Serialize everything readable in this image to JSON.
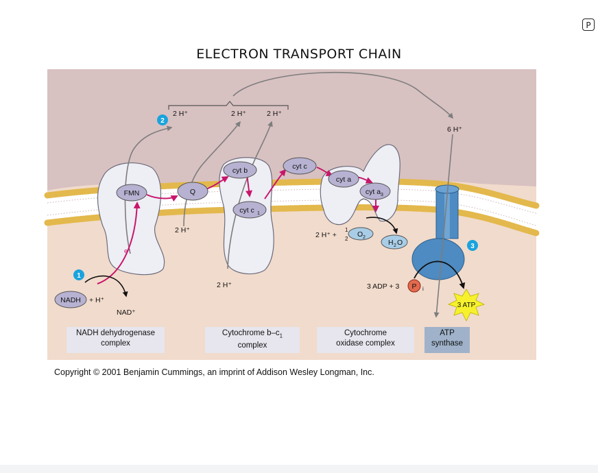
{
  "title": "ELECTRON TRANSPORT CHAIN",
  "corner_button_label": "P",
  "labels": {
    "h_2a": "2 H⁺",
    "h_2b": "2 H⁺",
    "h_2c": "2 H⁺",
    "h_6": "6 H⁺",
    "h_2_q_below": "2 H⁺",
    "h_2_cyt_below": "2 H⁺",
    "fmn": "FMN",
    "q": "Q",
    "cyt_b": "cyt b",
    "cyt_c1": "cyt c",
    "cyt_c1_sub": "1",
    "cyt_c": "cyt c",
    "cyt_a": "cyt a",
    "cyt_a3": "cyt a",
    "cyt_a3_sub": "3",
    "o2_eq_prefix": "2 H⁺ + ",
    "half_num": "1",
    "half_den": "2",
    "o2": "O",
    "o2_sub": "2",
    "h2o": "H",
    "h2o_sub": "2",
    "h2o_end": "O",
    "electron": "e⁻",
    "nadh": "NADH",
    "plus_h": "+ H⁺",
    "nad": "NAD⁺",
    "adp": "3 ADP + 3",
    "pi": "P",
    "pi_sub": "i",
    "atp": "3 ATP",
    "step1": "1",
    "step2": "2",
    "step3": "3"
  },
  "complexes": [
    {
      "line1": "NADH dehydrogenase",
      "line2": "complex"
    },
    {
      "line1": "Cytochrome b–c",
      "line1_sub": "1",
      "line2": "complex"
    },
    {
      "line1": "Cytochrome",
      "line2": "oxidase complex"
    },
    {
      "line1": "ATP",
      "line2": "synthase"
    }
  ],
  "caption": "Copyright © 2001 Benjamin Cummings, an imprint of Addison Wesley Longman, Inc.",
  "colors": {
    "intermembrane": "#d8c1c1",
    "matrix": "#f1dbcc",
    "lipid_head": "#e3b84c",
    "protein": "#eeeef5",
    "carrier": "#b7b2d2",
    "electron_path": "#c8156b",
    "proton_path": "#8a8a8a",
    "step_badge": "#1aa3dd",
    "atp_burst": "#f6f12c",
    "synthase": "#4d8bc2"
  }
}
